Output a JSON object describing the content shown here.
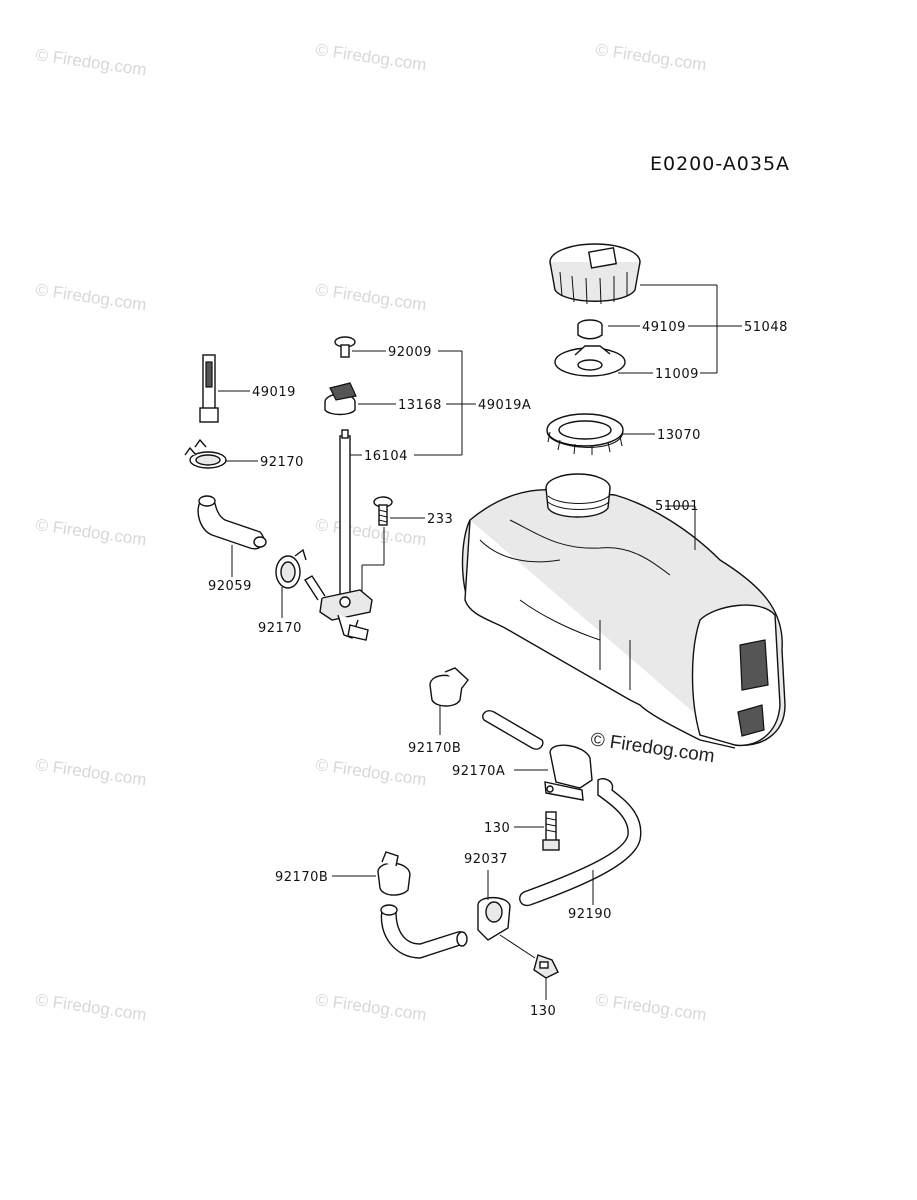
{
  "diagram_code": "E0200-A035A",
  "watermark_text": "© Firedog.com",
  "brand_watermark": "© Firedog.com",
  "labels": {
    "p49019": "49019",
    "p92170_top": "92170",
    "p92059": "92059",
    "p92170_mid": "92170",
    "p92009": "92009",
    "p13168": "13168",
    "p49019A": "49019A",
    "p16104": "16104",
    "p233": "233",
    "p49109": "49109",
    "p51048": "51048",
    "p11009": "11009",
    "p13070": "13070",
    "p51001": "51001",
    "p92170B_a": "92170B",
    "p92170A": "92170A",
    "p130_a": "130",
    "p92037": "92037",
    "p92170B_b": "92170B",
    "p92190": "92190",
    "p130_b": "130"
  }
}
